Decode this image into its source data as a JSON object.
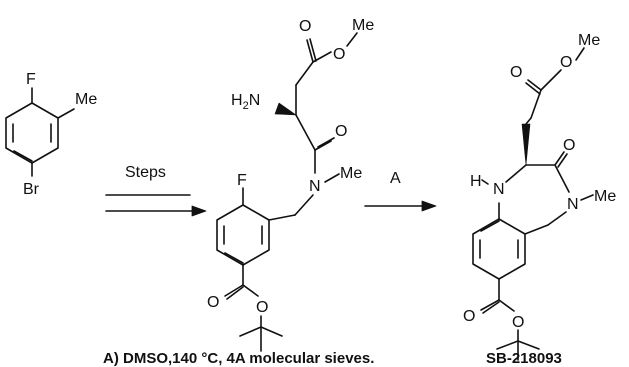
{
  "scheme": {
    "steps_label": "Steps",
    "reagent_label": "A",
    "condition_note": "A) DMSO,140 °C, 4A molecular sieves.",
    "product_name": "SB-218093"
  },
  "atoms": {
    "F": "F",
    "Me": "Me",
    "Br": "Br",
    "O": "O",
    "N": "N",
    "H": "H",
    "H2N_H": "H",
    "H2N_sub": "2",
    "H2N_N": "N"
  }
}
